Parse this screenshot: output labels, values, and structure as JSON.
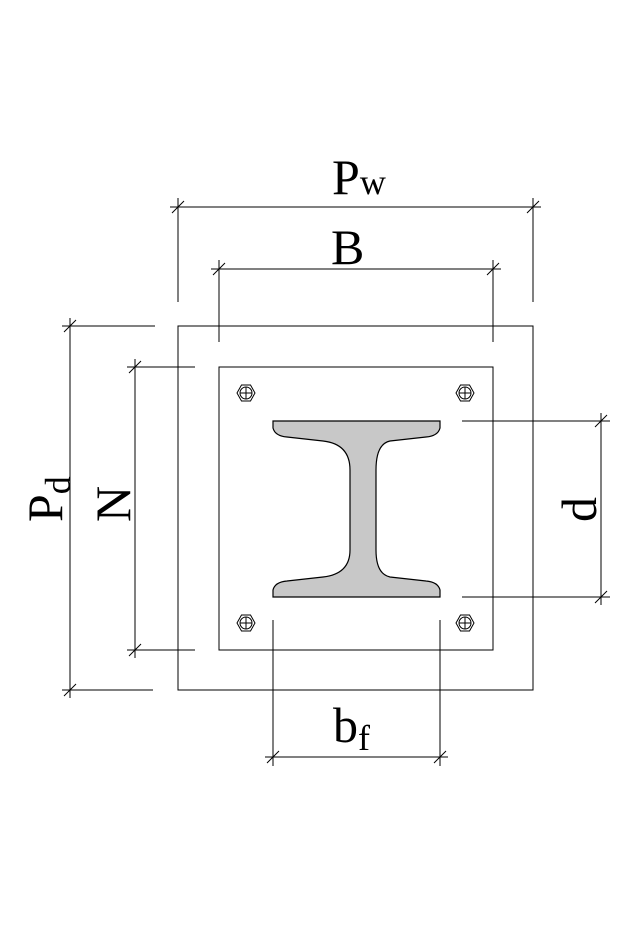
{
  "colors": {
    "line": "#000000",
    "beam_fill": "#c8c8c8",
    "background": "#ffffff"
  },
  "labels": {
    "Pw": {
      "main": "P",
      "sub": "w"
    },
    "B": {
      "main": "B"
    },
    "Pd": {
      "main": "P",
      "sub": "d"
    },
    "N": {
      "main": "N"
    },
    "d": {
      "main": "d"
    },
    "bf": {
      "main": "b",
      "sub": "f"
    }
  }
}
